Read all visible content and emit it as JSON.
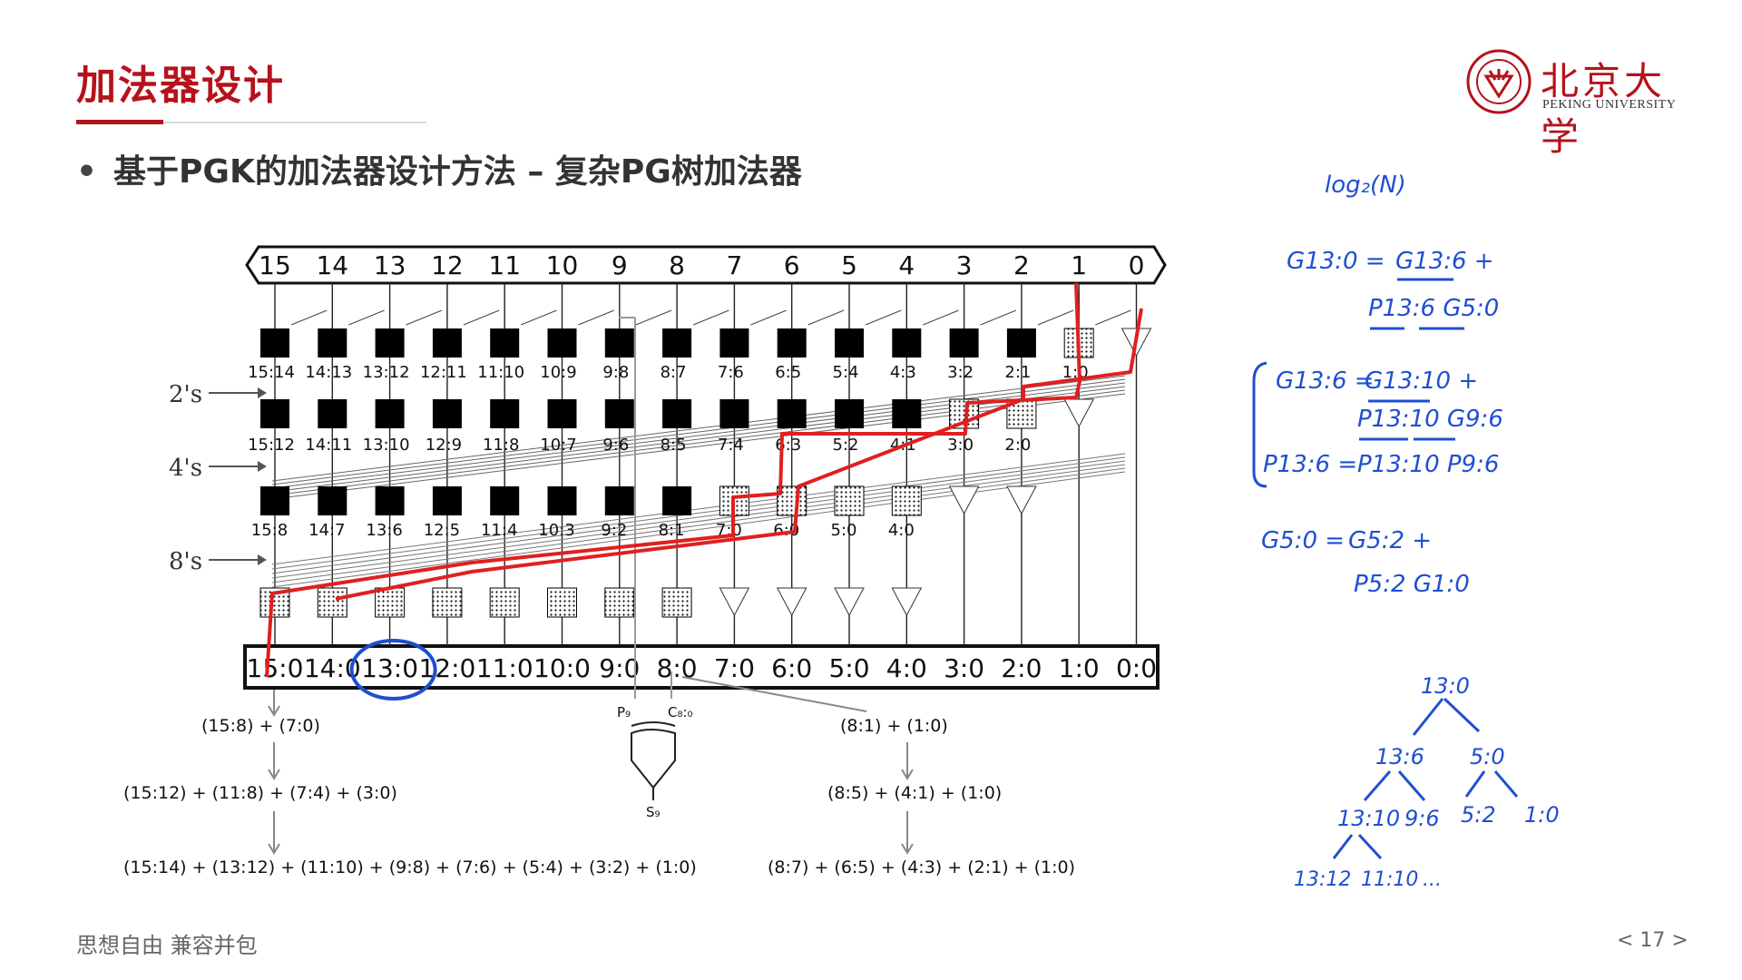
{
  "slide": {
    "title": "加法器设计",
    "bullet": "基于PGK的加法器设计方法 – 复杂PG树加法器",
    "footer_motto": "思想自由 兼容并包",
    "page_number": "< 17 >"
  },
  "logo": {
    "chinese_name": "北京大学",
    "english_name": "PEKING UNIVERSITY",
    "icon": "peking-university-seal"
  },
  "colors": {
    "brand_red": "#b5121b",
    "annotation_red": "#e02020",
    "annotation_blue": "#1f4fd1",
    "gray_text": "#666666"
  },
  "diagram": {
    "top_bits": [
      "15",
      "14",
      "13",
      "12",
      "11",
      "10",
      "9",
      "8",
      "7",
      "6",
      "5",
      "4",
      "3",
      "2",
      "1",
      "0"
    ],
    "row1_labels": [
      "15:14",
      "14:13",
      "13:12",
      "12:11",
      "11:10",
      "10:9",
      "9:8",
      "8:7",
      "7:6",
      "6:5",
      "5:4",
      "4:3",
      "3:2",
      "2:1",
      "1:0"
    ],
    "row2_labels": [
      "15:12",
      "14:11",
      "13:10",
      "12:9",
      "11:8",
      "10:7",
      "9:6",
      "8:5",
      "7:4",
      "6:3",
      "5:2",
      "4:1",
      "3:0",
      "2:0"
    ],
    "row3_labels": [
      "15:8",
      "14:7",
      "13:6",
      "12:5",
      "11:4",
      "10:3",
      "9:2",
      "8:1",
      "7:0",
      "6:0",
      "5:0",
      "4:0"
    ],
    "bottom_outputs": [
      "15:0",
      "14:0",
      "13:0",
      "12:0",
      "11:0",
      "10:0",
      "9:0",
      "8:0",
      "7:0",
      "6:0",
      "5:0",
      "4:0",
      "3:0",
      "2:0",
      "1:0",
      "0:0"
    ],
    "span_labels": [
      "2's",
      "4's",
      "8's"
    ],
    "xor_inputs": [
      "P₉",
      "C₈:₀"
    ],
    "xor_output": "S₉",
    "left_expansion": [
      "(15:8)   +   (7:0)",
      "(15:12) + (11:8) + (7:4) + (3:0)",
      "(15:14) + (13:12) + (11:10) + (9:8) + (7:6) + (5:4) + (3:2) + (1:0)"
    ],
    "right_expansion": [
      "(8:1)   +   (1:0)",
      "(8:5) + (4:1) + (1:0)",
      "(8:7) + (6:5) + (4:3) + (2:1) + (1:0)"
    ]
  },
  "handwritten_notes": {
    "log_label": "log₂(N)",
    "eq1_lhs": "G13:0 =",
    "eq1_rhs1": "G13:6 +",
    "eq1_rhs2": "P13:6  G5:0",
    "eq2_lhs": "G13:6 =",
    "eq2_rhs1": "G13:10 +",
    "eq2_rhs2": "P13:10  G9:6",
    "eq3_lhs": "P13:6 =",
    "eq3_rhs": "P13:10 P9:6",
    "eq4_lhs": "G5:0 =",
    "eq4_rhs1": "G5:2 +",
    "eq4_rhs2": "P5:2 G1:0",
    "tree_root": "13:0",
    "tree_l1_left": "13:6",
    "tree_l1_right": "5:0",
    "tree_l2": [
      "13:10",
      "9:6",
      "5:2",
      "1:0"
    ],
    "tree_l3": [
      "13:12",
      "11:10",
      "..."
    ]
  }
}
